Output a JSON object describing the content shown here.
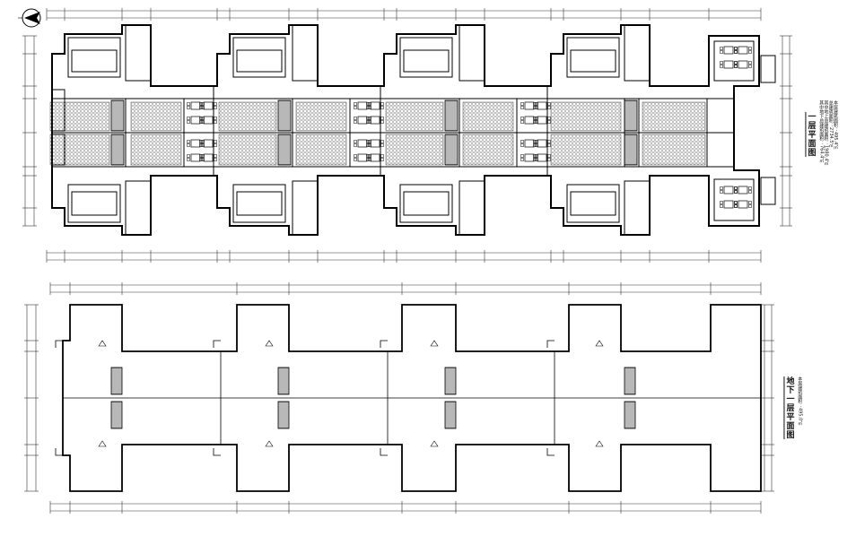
{
  "plan_upper": {
    "title": "一层平面图",
    "notes": [
      "本层建筑面积：495.4㎡",
      "总建筑面积：2734.5㎡",
      "其中地上总建筑面积：1980.4㎡",
      "其中地下总建筑面积：764.4㎡"
    ]
  },
  "plan_lower": {
    "title": "地下一层平面图",
    "notes": [
      "本层建筑面积：495.0㎡"
    ]
  }
}
